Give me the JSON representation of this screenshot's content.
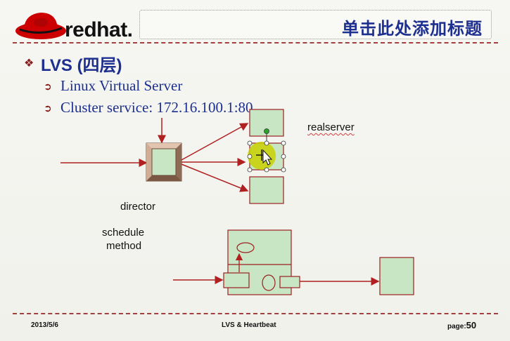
{
  "header": {
    "logo_text": "redhat.",
    "title": "单击此处添加标题"
  },
  "content": {
    "heading": "LVS (四层)",
    "bullets": [
      "Linux Virtual Server",
      "Cluster service: 172.16.100.1:80"
    ]
  },
  "diagram": {
    "labels": {
      "realserver": "realserver",
      "director": "director",
      "schedule": "schedule",
      "method": "method"
    }
  },
  "footer": {
    "date": "2013/5/6",
    "center": "LVS & Heartbeat",
    "page_label": "page:",
    "page_number": "50"
  },
  "colors": {
    "title_blue": "#1d2f8f",
    "accent_red": "#a04040",
    "box_fill": "#c8e6c4",
    "selection_yellow": "#c8d000"
  },
  "icons": [
    "redhat-shadowman-icon",
    "diamond-bullet-icon",
    "arrow-circle-bullet-icon",
    "move-cursor-icon",
    "pointer-cursor-icon"
  ]
}
